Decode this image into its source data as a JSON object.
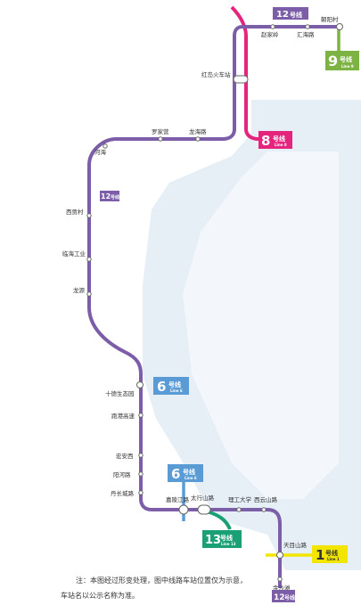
{
  "stations": {
    "chaoyang_cun": "朝阳村",
    "zhaojia_ling": "赵家岭",
    "huihai_lu": "汇海路",
    "honggao_huochezhan": "红岛火车站",
    "luojia_ying": "罗家营",
    "longhai_lu": "龙海路",
    "hehai": "河海",
    "xi_jia_cun": "西贾村",
    "linhai_gongye": "临海工业",
    "longyuan": "龙源",
    "shi_de_shengtai": "十德生态园",
    "gangwan_gaosu": "跑港高速",
    "hongan_xi": "宏安西",
    "yanghe_lu": "阳河路",
    "danchang_lu": "丹长城路",
    "jialing_jiang_lu": "嘉陵江路",
    "taihangshan_lu": "太行山路",
    "ligong_daxue": "理工大学",
    "xiyun_shan_lu": "西云山路",
    "tianjing_shan_lu": "天目山路",
    "jinsha_tan": "金沙滩"
  },
  "badges": {
    "l12_top": {
      "num": "12",
      "suffix": "号线"
    },
    "l9": {
      "num": "9",
      "suffix": "号线",
      "en": "Line 9"
    },
    "l8": {
      "num": "8",
      "suffix": "号线",
      "en": "Line 8"
    },
    "l12_mid": {
      "num": "12",
      "suffix": "号线"
    },
    "l6_a": {
      "num": "6",
      "suffix": "号线",
      "en": "Line 6"
    },
    "l6_b": {
      "num": "6",
      "suffix": "号线",
      "en": "Line 6"
    },
    "l13": {
      "num": "13",
      "suffix": "号线",
      "en": "Line 13"
    },
    "l1": {
      "num": "1",
      "suffix": "号线",
      "en": "Line 1"
    },
    "l12_bottom": {
      "num": "12",
      "suffix": "号线"
    }
  },
  "note": {
    "line1": "注：本图经过形变处理，图中线路车站位置仅为示意，",
    "line2": "车站名以公示名称为准。"
  },
  "colors": {
    "line12": "#7b5ea7",
    "line8": "#e5247e",
    "line9": "#7cb342",
    "line6": "#5b9bd5",
    "line13": "#1aa074",
    "line1": "#f2e600",
    "sea": "#e6eef6"
  }
}
